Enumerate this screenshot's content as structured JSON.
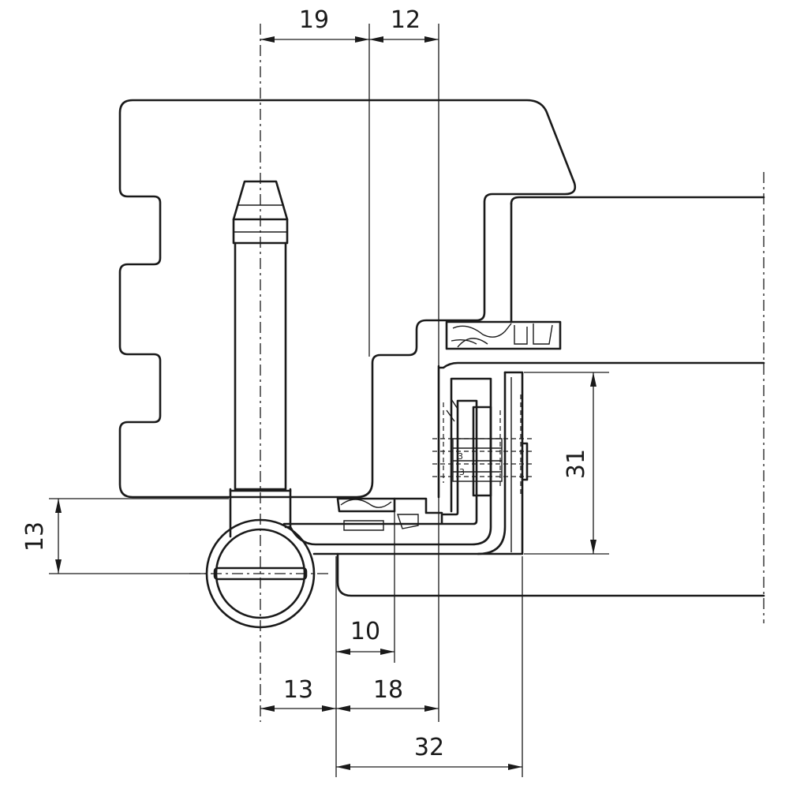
{
  "dimensions": {
    "top_left": "19",
    "top_right": "12",
    "left_side": "13",
    "right_side": "31",
    "bottom_inner": "10",
    "bottom_left": "13",
    "bottom_mid": "18",
    "bottom_overall": "32"
  }
}
